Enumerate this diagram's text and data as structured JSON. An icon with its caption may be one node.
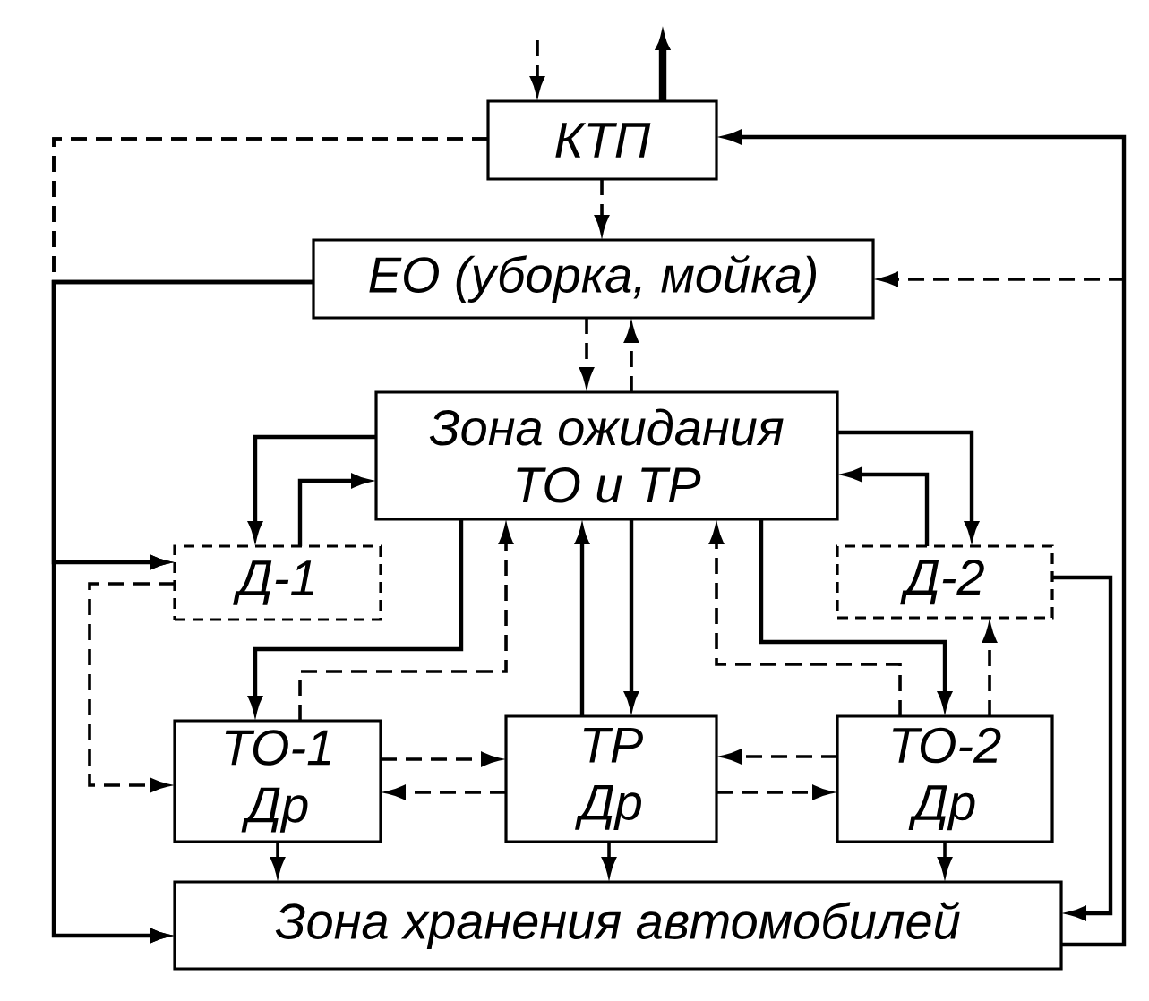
{
  "diagram": {
    "nodes": [
      {
        "text": [
          "КТП"
        ]
      },
      {
        "text": [
          "ЕО (уборка, мойка)"
        ]
      },
      {
        "text": [
          "Зона ожидания ТО и ТР"
        ]
      },
      {
        "text": [
          "Д-1"
        ]
      },
      {
        "text": [
          "Д-2"
        ]
      },
      {
        "text": [
          "ТО-1 Др"
        ]
      },
      {
        "text": [
          "ТР Др"
        ]
      },
      {
        "text": [
          "ТО-2 Др"
        ]
      },
      {
        "text": [
          "Зона хранения автомобилей"
        ]
      }
    ],
    "edges": [
      {
        "from": null,
        "to": 0,
        "arrow": "to",
        "style": "dashed"
      },
      {
        "from": 0,
        "to": null,
        "arrow": "to",
        "style": "thick"
      },
      {
        "from": 0,
        "to": 3,
        "arrow": "to",
        "style": "dashed"
      },
      {
        "from": 0,
        "to": 8,
        "arrow": "to",
        "style": "dashed"
      },
      {
        "from": 1,
        "to": 3,
        "arrow": "to"
      },
      {
        "from": 1,
        "to": 8,
        "arrow": "to"
      },
      {
        "from": 0,
        "to": 1,
        "arrow": "to",
        "style": "dashed"
      },
      {
        "from": 8,
        "to": 0,
        "arrow": "to"
      },
      {
        "from": 8,
        "to": 1,
        "arrow": "to",
        "style": "dashed"
      },
      {
        "from": 1,
        "to": 2,
        "arrow": "to",
        "style": "dashed"
      },
      {
        "from": 2,
        "to": 1,
        "arrow": "to",
        "style": "dashed"
      },
      {
        "from": 2,
        "to": 3,
        "arrow": "to"
      },
      {
        "from": 3,
        "to": 2,
        "arrow": "to"
      },
      {
        "from": 2,
        "to": 4,
        "arrow": "to"
      },
      {
        "from": 4,
        "to": 2,
        "arrow": "to"
      },
      {
        "from": 2,
        "to": 5,
        "arrow": "to"
      },
      {
        "from": 5,
        "to": 2,
        "arrow": "to",
        "style": "dashed"
      },
      {
        "from": 6,
        "to": 2,
        "arrow": "to"
      },
      {
        "from": 2,
        "to": 6,
        "arrow": "to"
      },
      {
        "from": 2,
        "to": 7,
        "arrow": "to"
      },
      {
        "from": 7,
        "to": 2,
        "arrow": "to",
        "style": "dashed"
      },
      {
        "from": 7,
        "to": 4,
        "arrow": "to",
        "style": "dashed"
      },
      {
        "from": 3,
        "to": 5,
        "arrow": "to",
        "style": "dashed"
      },
      {
        "from": 4,
        "to": 8,
        "arrow": "to"
      },
      {
        "from": 5,
        "to": 6,
        "arrow": "to",
        "style": "dashed"
      },
      {
        "from": 6,
        "to": 5,
        "arrow": "to",
        "style": "dashed"
      },
      {
        "from": 7,
        "to": 6,
        "arrow": "to",
        "style": "dashed"
      },
      {
        "from": 6,
        "to": 7,
        "arrow": "to",
        "style": "dashed"
      },
      {
        "from": 5,
        "to": 8,
        "arrow": "to",
        "style": "dashed"
      },
      {
        "from": 6,
        "to": 8,
        "arrow": "to",
        "style": "dashed"
      },
      {
        "from": 7,
        "to": 8,
        "arrow": "to",
        "style": "dashed"
      }
    ]
  }
}
